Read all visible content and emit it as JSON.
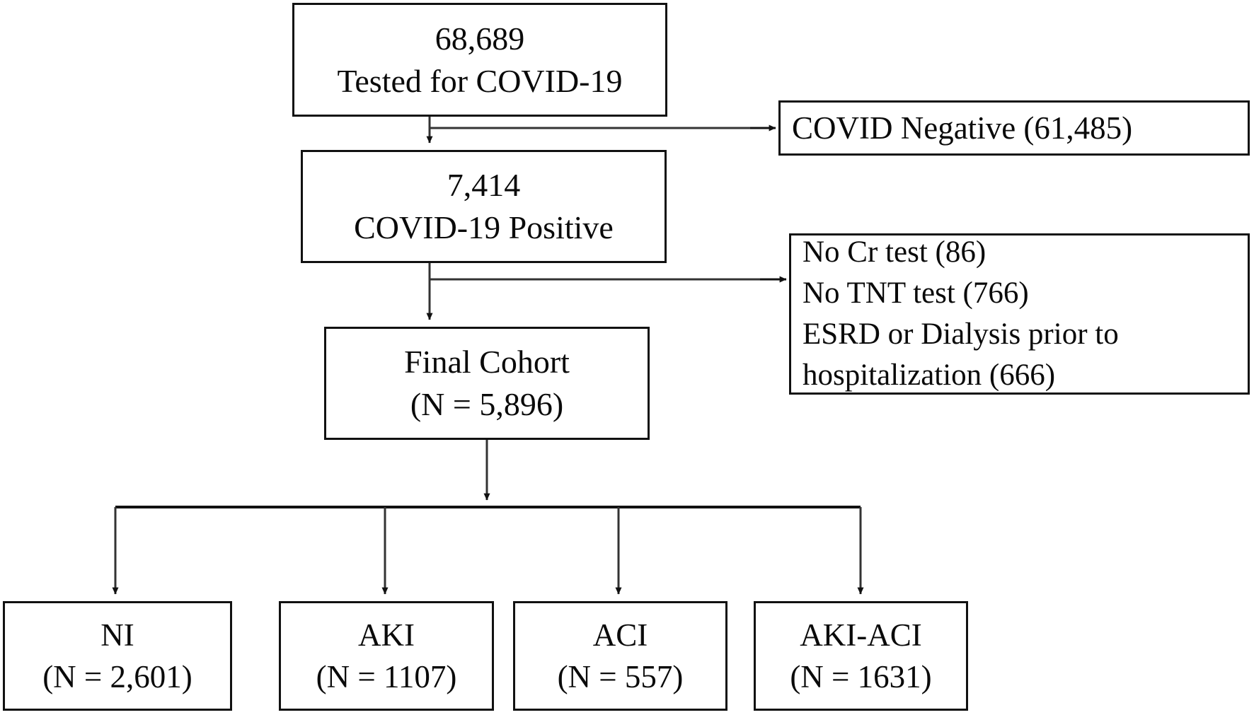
{
  "diagram": {
    "title": "COVID-19 cohort selection flow diagram",
    "type": "flowchart",
    "stroke_color": "#111111",
    "text_color": "#0a0a0a",
    "background_color": "#ffffff",
    "nodes": {
      "tested": {
        "line1": "68,689",
        "line2": "Tested for COVID-19"
      },
      "covid_negative": {
        "line1": "COVID Negative (61,485)"
      },
      "positive": {
        "line1": "7,414",
        "line2": "COVID-19 Positive"
      },
      "exclusions": {
        "line1": "No Cr test (86)",
        "line2": "No TNT test (766)",
        "line3": "ESRD or Dialysis prior to",
        "line4": "hospitalization (666)"
      },
      "cohort": {
        "line1": "Final Cohort",
        "line2": "(N = 5,896)"
      },
      "ni": {
        "line1": "NI",
        "line2": "(N = 2,601)"
      },
      "aki": {
        "line1": "AKI",
        "line2": "(N = 1107)"
      },
      "aci": {
        "line1": "ACI",
        "line2": "(N = 557)"
      },
      "aki_aci": {
        "line1": "AKI-ACI",
        "line2": "(N = 1631)"
      }
    },
    "edges": [
      {
        "name": "tested-to-positive",
        "from": "tested",
        "to": "positive",
        "kind": "arrow-down"
      },
      {
        "name": "tested-to-covid-negative",
        "from": "tested",
        "to": "covid_negative",
        "kind": "arrow-right"
      },
      {
        "name": "positive-to-cohort",
        "from": "positive",
        "to": "cohort",
        "kind": "arrow-down"
      },
      {
        "name": "positive-to-exclusions",
        "from": "positive",
        "to": "exclusions",
        "kind": "arrow-right"
      },
      {
        "name": "cohort-to-ni",
        "from": "cohort",
        "to": "ni",
        "kind": "branch-down"
      },
      {
        "name": "cohort-to-aki",
        "from": "cohort",
        "to": "aki",
        "kind": "branch-down"
      },
      {
        "name": "cohort-to-aci",
        "from": "cohort",
        "to": "aci",
        "kind": "branch-down"
      },
      {
        "name": "cohort-to-aki-aci",
        "from": "cohort",
        "to": "aki_aci",
        "kind": "branch-down"
      }
    ]
  }
}
